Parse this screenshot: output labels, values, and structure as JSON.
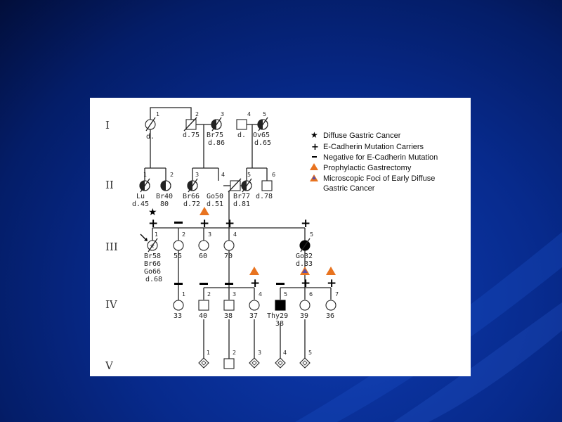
{
  "generations": [
    "I",
    "II",
    "III",
    "IV",
    "V"
  ],
  "legend": {
    "star": "Diffuse Gastric Cancer",
    "plus": "E-Cadherin Mutation Carriers",
    "minus": "Negative for E-Cadherin Mutation",
    "orange": "Prophylactic Gastrectomy",
    "mixed_line1": "Microscopic Foci of Early Diffuse",
    "mixed_line2": "Gastric Cancer",
    "orange_color": "#e8731f",
    "mixed_color": "#5a4fa8"
  },
  "gen1": {
    "i1": {
      "num": "1",
      "l1": "d."
    },
    "i2": {
      "num": "2",
      "l1": "d.75"
    },
    "i3": {
      "num": "3",
      "l1": "Br75",
      "l2": "d.86"
    },
    "i4": {
      "num": "4",
      "l1": "d."
    },
    "i5": {
      "num": "5",
      "l1": "Ov65",
      "l2": "d.65"
    }
  },
  "gen2": {
    "i1": {
      "num": "1",
      "l1": "Lu",
      "l2": "d.45"
    },
    "i2": {
      "num": "2",
      "l1": "Br40",
      "l2": "80"
    },
    "i3": {
      "num": "3",
      "l1": "Br66",
      "l2": "d.72"
    },
    "i4": {
      "num": "4",
      "l1": "Go50",
      "l2": "d.51"
    },
    "i5": {
      "num": "5",
      "l1": "Br77",
      "l2": "d.81"
    },
    "i6": {
      "num": "6",
      "l1": "d.78"
    }
  },
  "gen3": {
    "i1": {
      "num": "1",
      "l1": "Br58",
      "l2": "Br66",
      "l3": "Go66",
      "l4": "d.68"
    },
    "i2": {
      "num": "2",
      "l1": "55"
    },
    "i3": {
      "num": "3",
      "l1": "60"
    },
    "i4": {
      "num": "4",
      "l1": "70"
    },
    "i5": {
      "num": "5",
      "l1": "Go32",
      "l2": "d.33"
    }
  },
  "gen4": {
    "i1": {
      "num": "1",
      "l1": "33"
    },
    "i2": {
      "num": "2",
      "l1": "40"
    },
    "i3": {
      "num": "3",
      "l1": "38"
    },
    "i4": {
      "num": "4",
      "l1": "37"
    },
    "i5": {
      "num": "5",
      "l1": "Thy29",
      "l2": "38"
    },
    "i6": {
      "num": "6",
      "l1": "39"
    },
    "i7": {
      "num": "7",
      "l1": "36"
    }
  },
  "gen5": {
    "i1": {
      "num": "1"
    },
    "i2": {
      "num": "2"
    },
    "i3": {
      "num": "3"
    },
    "i4": {
      "num": "4"
    },
    "i5": {
      "num": "5"
    }
  }
}
